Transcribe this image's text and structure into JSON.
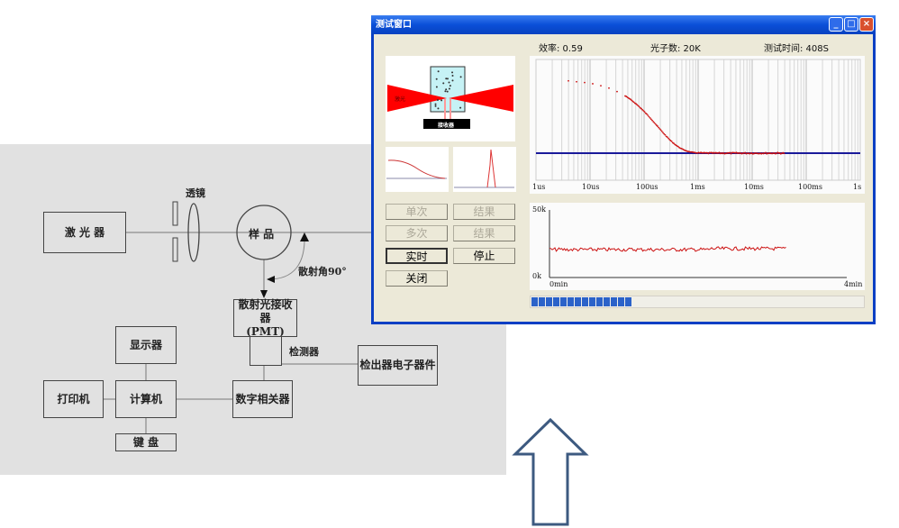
{
  "diagram": {
    "laser": "激 光 器",
    "lens": "透镜",
    "sample": "样  品",
    "angle": "散射角90°",
    "pmt_line1": "散射光接收器",
    "pmt_line2": "(PMT)",
    "detector": "检测器",
    "electronics": "检出器电子器件",
    "display": "显示器",
    "computer": "计算机",
    "printer": "打印机",
    "correlator": "数字相关器",
    "keyboard": "键  盘"
  },
  "window": {
    "title": "测试窗口",
    "stats": {
      "efficiency": "效率: 0.59",
      "photons": "光子数: 20K",
      "time": "测试时间: 408S"
    },
    "illustration": {
      "laser_label": "激光",
      "receiver_label": "接收器"
    },
    "correlation_axis": [
      "1us",
      "10us",
      "100us",
      "1ms",
      "10ms",
      "100ms",
      "1s"
    ],
    "count_axis": {
      "ymax": "50k",
      "ymin": "0k",
      "xmin": "0min",
      "xmax": "4min"
    },
    "buttons": {
      "single": "单次",
      "result1": "结果",
      "multi": "多次",
      "result2": "结果",
      "realtime": "实时",
      "stop": "停止",
      "close": "关闭"
    },
    "progress": {
      "filled_blocks": 14,
      "fraction": 0.32
    }
  },
  "colors": {
    "titlebar": "#0a4fd8",
    "data": "#cc1111",
    "baseline": "#1a1a9a",
    "progress": "#2b62c9",
    "arrow": "#3d5a80"
  }
}
